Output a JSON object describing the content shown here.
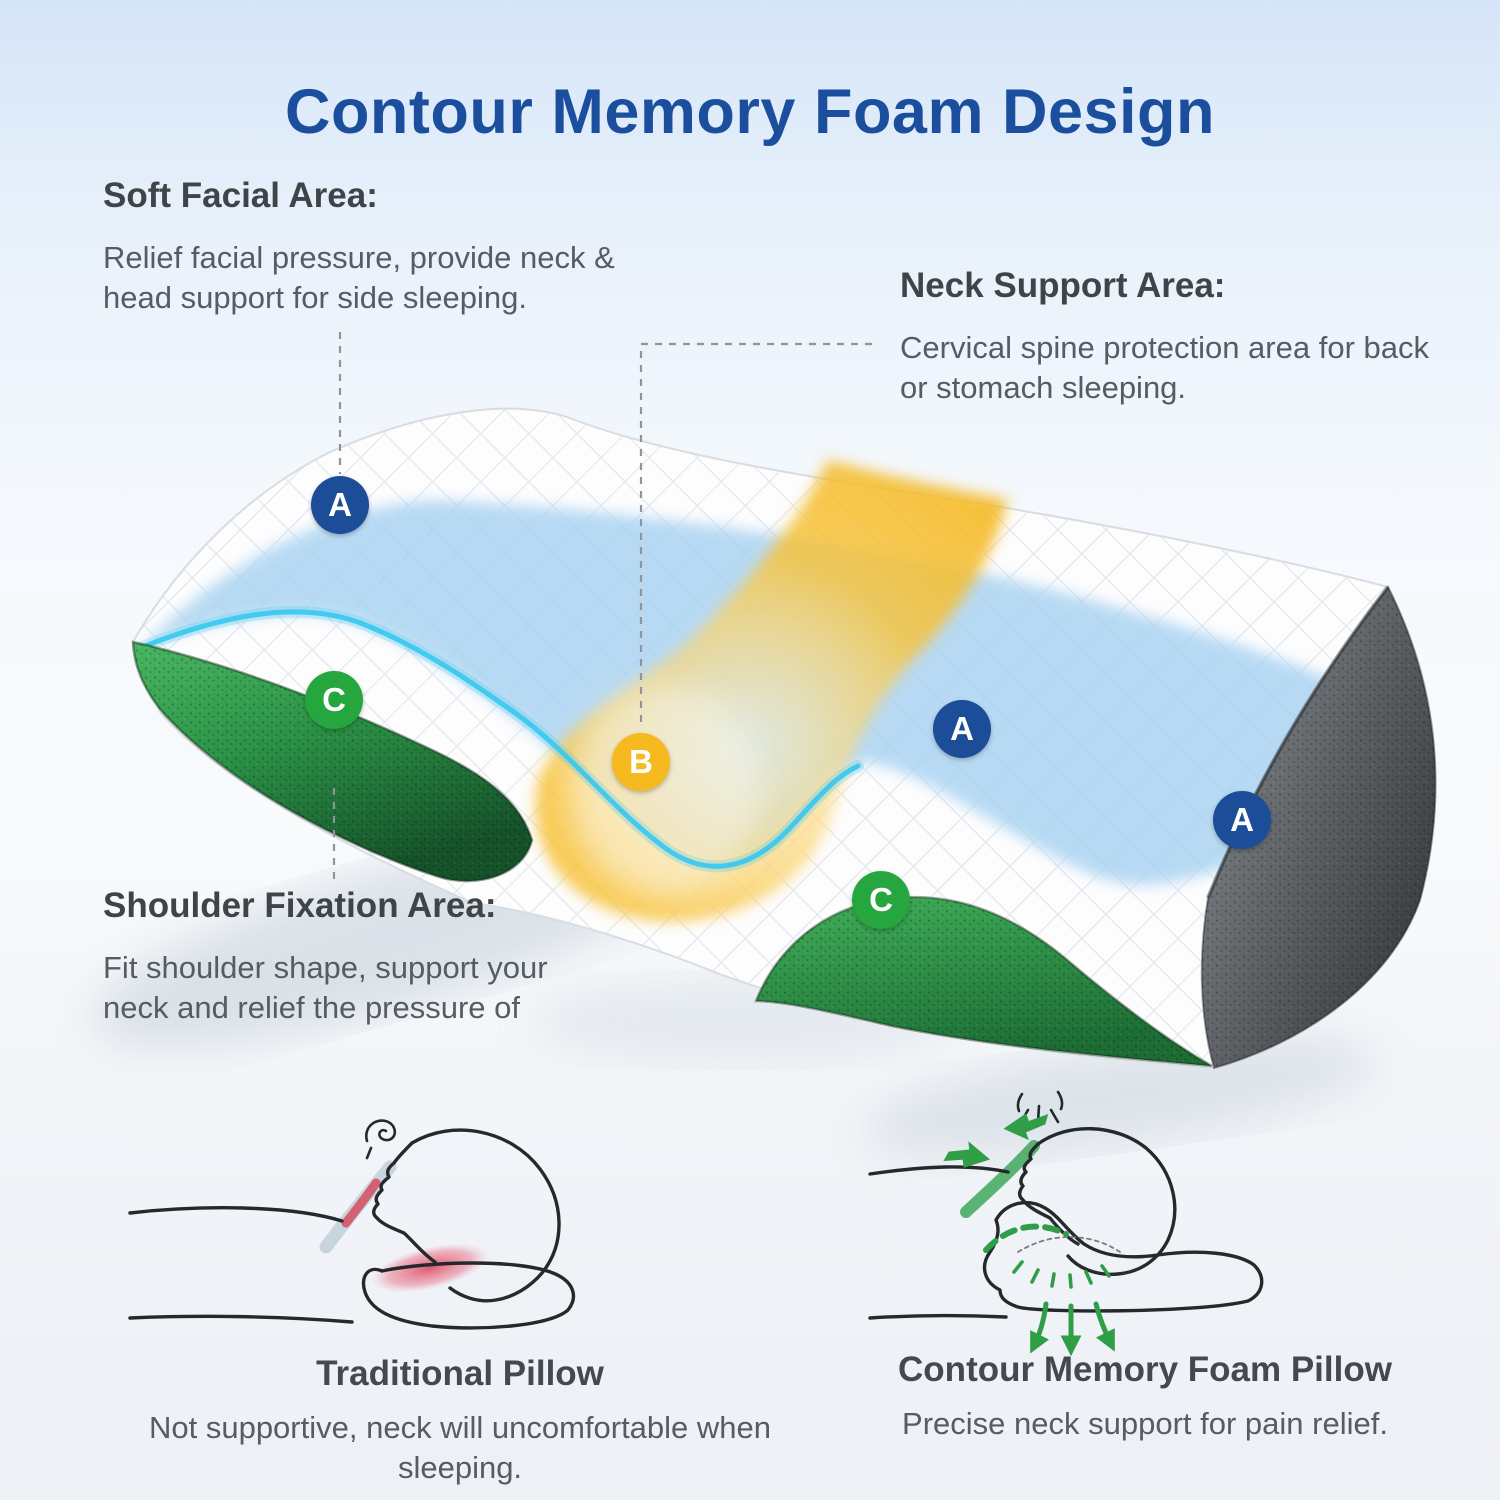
{
  "title": "Contour Memory Foam Design",
  "callouts": {
    "soft_facial": {
      "heading": "Soft Facial Area:",
      "body": "Relief facial pressure, provide neck & head support for side sleeping."
    },
    "neck_support": {
      "heading": "Neck Support Area:",
      "body": "Cervical spine protection area for back or stomach sleeping."
    },
    "shoulder_fixation": {
      "heading": "Shoulder Fixation Area:",
      "body": "Fit shoulder shape, support your neck and relief the pressure of"
    }
  },
  "zone_labels": {
    "facial": "A",
    "neck": "B",
    "shoulder": "C"
  },
  "comparison": {
    "traditional": {
      "title": "Traditional Pillow",
      "body": "Not supportive, neck will uncomfortable when sleeping."
    },
    "contour": {
      "title": "Contour Memory Foam Pillow",
      "body": "Precise neck support for pain relief."
    }
  },
  "colors": {
    "title_blue": "#1b4f9e",
    "badge_blue": "#1b4d99",
    "badge_yellow": "#f6b91f",
    "badge_green": "#26a63e",
    "zone_blue": "#a6d1f1",
    "zone_yellow": "#f5bf3f",
    "foam_green": "#2f9e47",
    "foam_gray": "#5c6064",
    "contour_cyan": "#3cc8ef",
    "pressure_red": "#d84b60"
  }
}
